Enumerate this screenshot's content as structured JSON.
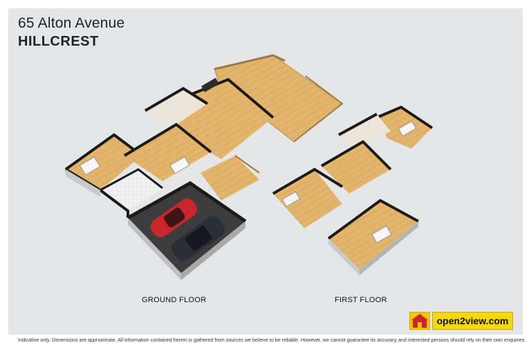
{
  "header": {
    "address": "65 Alton Avenue",
    "suburb": "HILLCREST"
  },
  "floors": [
    {
      "label": "GROUND FLOOR"
    },
    {
      "label": "FIRST FLOOR"
    }
  ],
  "logo": {
    "text": "open2view.com",
    "accent_color": "#f4d80a"
  },
  "footer": {
    "disclaimer": "Indicative only. Dimensions are approximate. All information contained herein is gathered from sources we believe to be reliable. However, we cannot guarantee its accuracy and interested persons should rely on their own enquiries."
  },
  "colors": {
    "background": "#e5e6e8",
    "floor_wood": "#e0b46c",
    "wall": "#1a1a1a",
    "garage_floor": "#3a3a3a",
    "car_red": "#c8262a",
    "car_dark": "#2a2e36"
  }
}
